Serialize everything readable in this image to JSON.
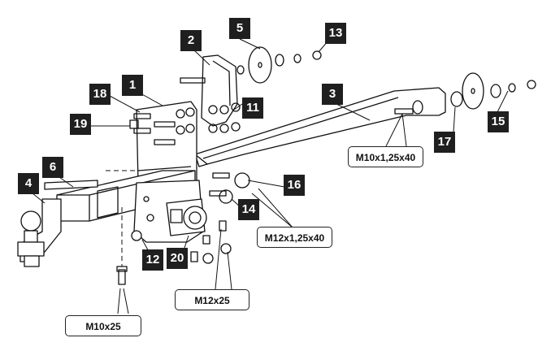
{
  "parts": [
    {
      "id": "b1",
      "label": "1"
    },
    {
      "id": "b2",
      "label": "2"
    },
    {
      "id": "b3",
      "label": "3"
    },
    {
      "id": "b4",
      "label": "4"
    },
    {
      "id": "b5",
      "label": "5"
    },
    {
      "id": "b6",
      "label": "6"
    },
    {
      "id": "b11",
      "label": "11"
    },
    {
      "id": "b12",
      "label": "12"
    },
    {
      "id": "b13",
      "label": "13"
    },
    {
      "id": "b14",
      "label": "14"
    },
    {
      "id": "b15",
      "label": "15"
    },
    {
      "id": "b16",
      "label": "16"
    },
    {
      "id": "b17",
      "label": "17"
    },
    {
      "id": "b18",
      "label": "18"
    },
    {
      "id": "b19",
      "label": "19"
    },
    {
      "id": "b20",
      "label": "20"
    }
  ],
  "callouts": {
    "bolt_m10x125x40": "M10x1,25x40",
    "bolt_m12x125x40": "M12x1,25x40",
    "bolt_m12x25": "M12x25",
    "bolt_m10x25": "M10x25"
  }
}
